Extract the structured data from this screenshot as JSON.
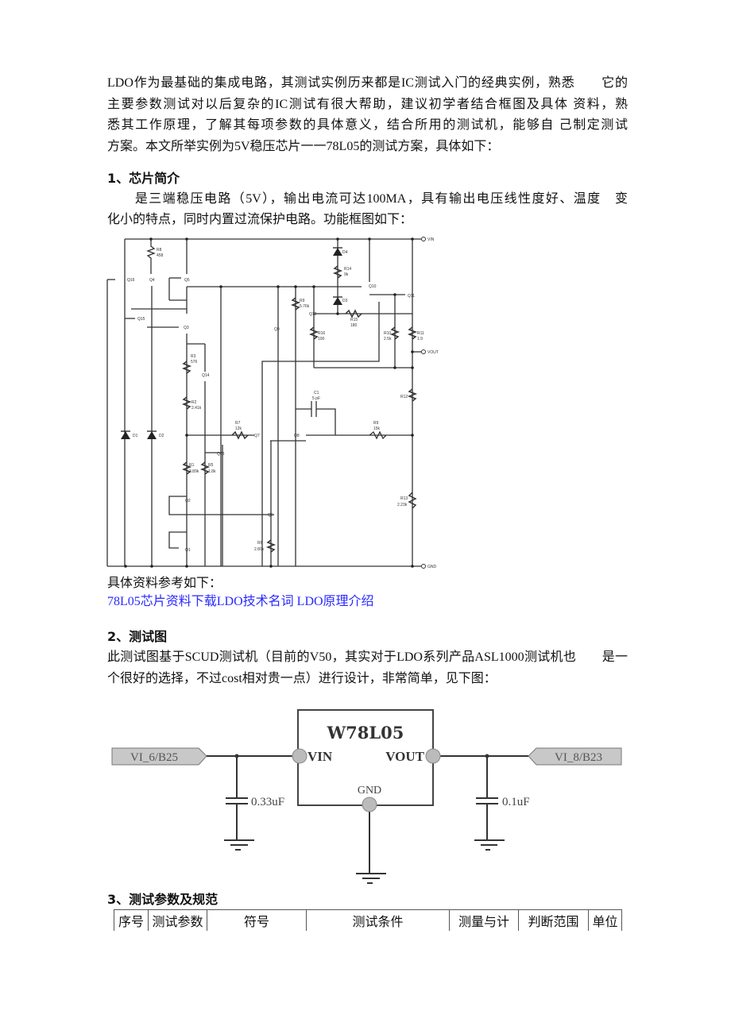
{
  "intro": {
    "lines": [
      "LDO作为最基础的集成电路，其测试实例历来都是IC测试入门的经典实例，熟悉　　它的",
      "主要参数测试对以后复杂的IC测试有很大帮助，建议初学者结合框图及具体 资料，熟",
      "悉其工作原理，了解其每项参数的具体意义，结合所用的测试机，能够自 己制定测试",
      "方案。本文所举实例为5V稳压芯片一一78L05的测试方案，具体如下："
    ]
  },
  "section1": {
    "heading": "1、芯片简介",
    "lines": [
      "　　是三端稳压电路（5V），输出电流可达100MA，具有输出电压线性度好、温度　变",
      "化小的特点，同时内置过流保护电路。功能框图如下："
    ],
    "reference_label": "具体资料参考如下：",
    "links": [
      "78L05芯片资料下载",
      "LDO技术名词",
      " LDO原理介绍"
    ]
  },
  "schematic1": {
    "labels": {
      "vin": "VIN",
      "vout": "VOUT",
      "gnd": "GND",
      "r8": "R8",
      "r8v": "458",
      "q16": "Q16",
      "q4": "Q4",
      "q5": "Q5",
      "q15": "Q15",
      "q3": "Q3",
      "r3": "R3",
      "r3v": "576",
      "q14": "Q14",
      "r2": "R2",
      "r2v": "2.41k",
      "r7": "R7",
      "r7v": "12k",
      "q7": "Q7",
      "q8": "Q8",
      "c1": "C1",
      "c1v": "5 pF",
      "r9": "R9",
      "r9v": "15k",
      "q13": "Q13",
      "r1": "R1",
      "r1v": "3.89k",
      "r5": "R5",
      "r5v": "1.8k",
      "q2": "Q2",
      "q1": "Q1",
      "q6": "Q6",
      "r6": "R6",
      "r6v": "2.80k",
      "r13": "R13",
      "r13v": "2.23k",
      "r12": "R12",
      "d4": "D4",
      "r14": "R14",
      "r14v": "9k",
      "d3": "D3",
      "q10": "Q10",
      "q11": "Q11",
      "r9b": "R9",
      "r9bv": "5.76k",
      "q12": "Q12",
      "r15": "R15",
      "r15v": "180",
      "r16": "R16",
      "r16v": "100",
      "r10": "R10",
      "r10v": "2.5k",
      "r11": "R11",
      "r11v": "1.9",
      "q9": "Q9",
      "d1": "D1",
      "d2": "D2"
    }
  },
  "section2": {
    "heading": "2、测试图",
    "lines": [
      "此测试图基于SCUD测试机（目前的V50，其实对于LDO系列产品ASL1000测试机也　　是一",
      "个很好的选择，不过cost相对贵一点）进行设计，非常简单，见下图："
    ]
  },
  "schematic2": {
    "chip": "W78L05",
    "vin": "VIN",
    "vout": "VOUT",
    "gnd": "GND",
    "left_port": "VI_6/B25",
    "right_port": "VI_8/B23",
    "cap_in": "0.33uF",
    "cap_out": "0.1uF"
  },
  "section3": {
    "heading": "3、测试参数及规范",
    "table_headers": [
      "序号",
      "测试参数",
      "符号",
      "测试条件",
      "测量与计",
      "判断范围",
      "单位"
    ]
  }
}
